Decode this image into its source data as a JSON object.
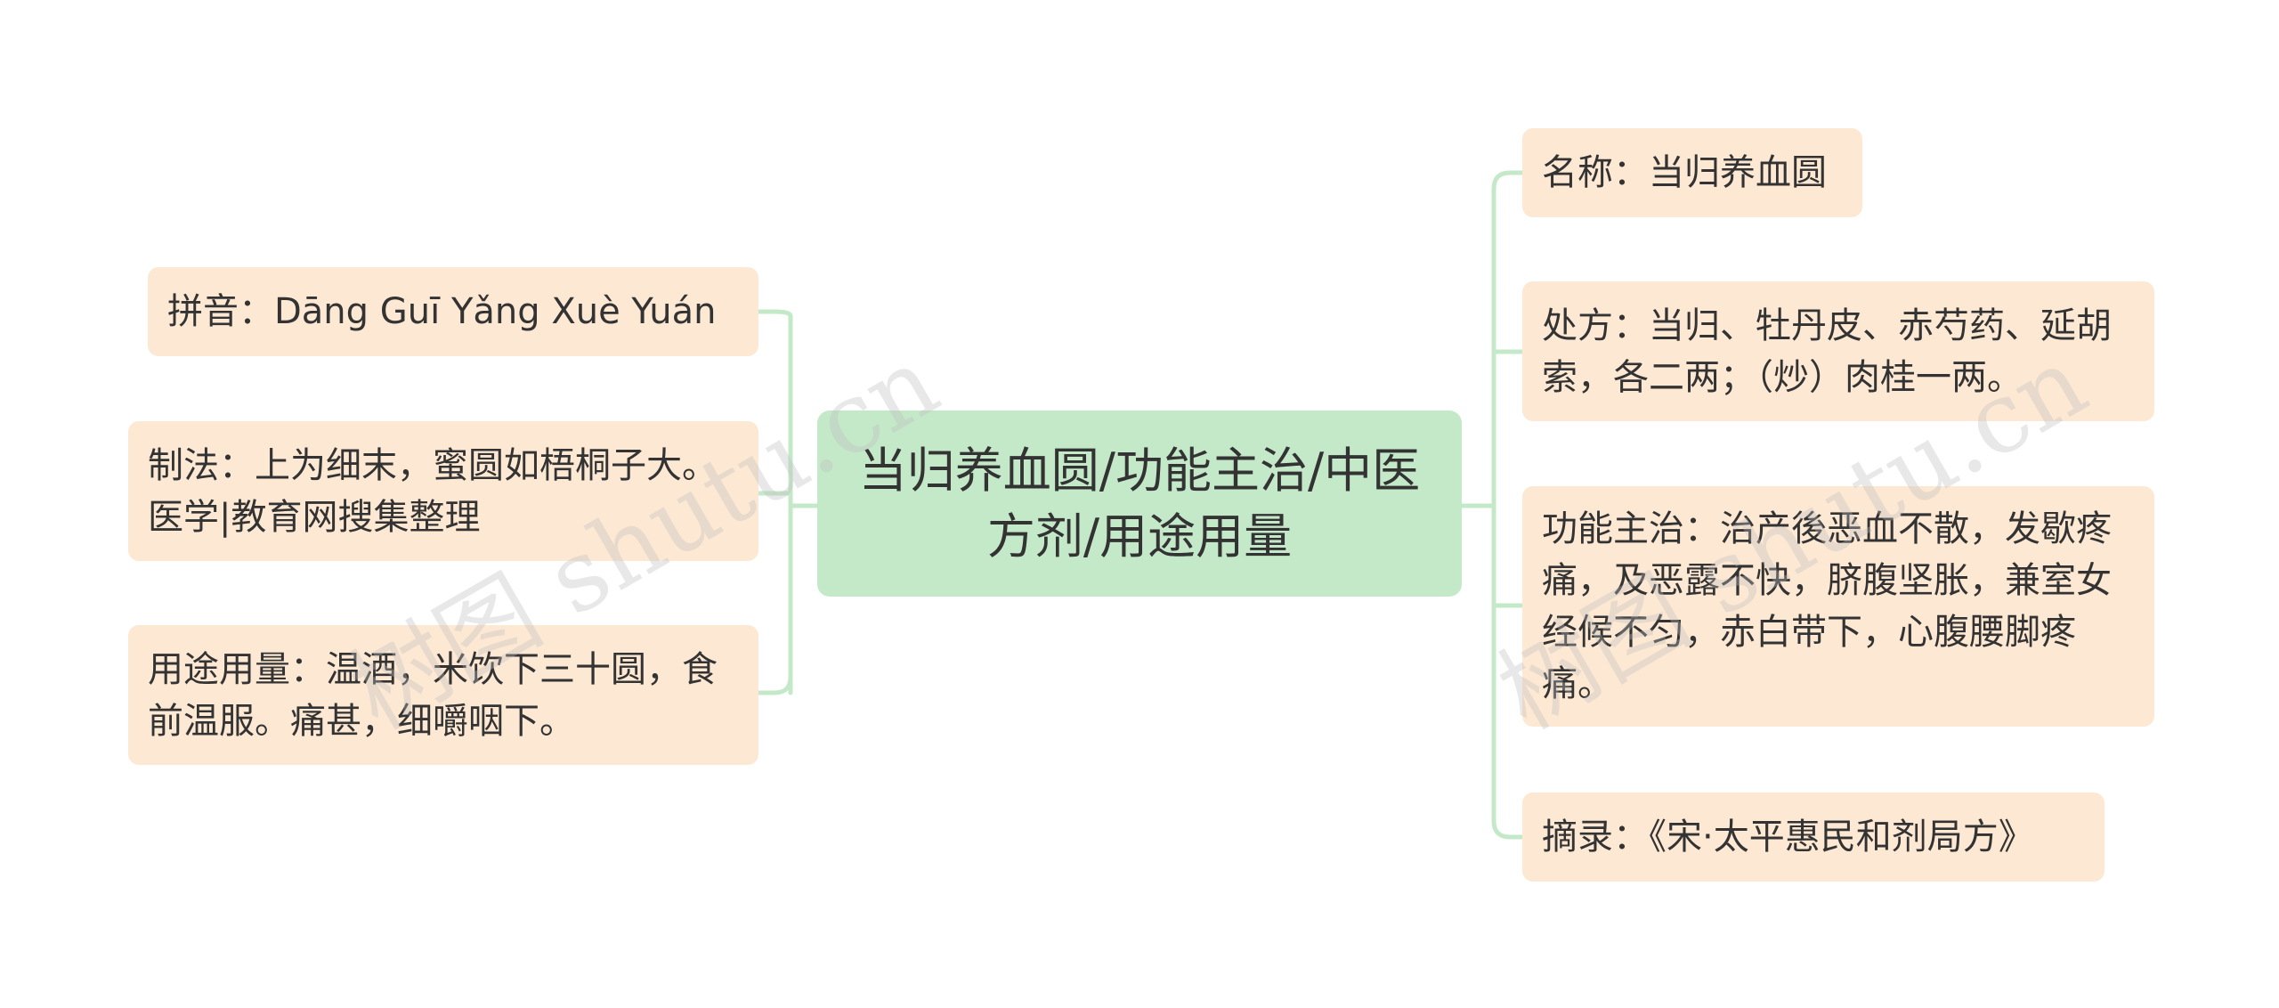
{
  "center": {
    "label": "当归养血圆/功能主治/中医方剂/用途用量"
  },
  "left_nodes": [
    {
      "text": "拼音：Dāng Guī Yǎng Xuè Yuán"
    },
    {
      "text": "制法：上为细末，蜜圆如梧桐子大。医学|教育网搜集整理"
    },
    {
      "text": "用途用量：温酒，米饮下三十圆，食前温服。痛甚，细嚼咽下。"
    }
  ],
  "right_nodes": [
    {
      "text": "名称：当归养血圆"
    },
    {
      "text": "处方：当归、牡丹皮、赤芍药、延胡索，各二两；（炒）肉桂一两。"
    },
    {
      "text": "功能主治：治产後恶血不散，发歇疼痛，及恶露不快，脐腹坚胀，兼室女经候不匀，赤白带下，心腹腰脚疼痛。"
    },
    {
      "text": "摘录：《宋·太平惠民和剂局方》"
    }
  ],
  "watermarks": [
    {
      "text": "树图 shutu.cn"
    },
    {
      "text": "树图 shutu.cn"
    }
  ],
  "colors": {
    "center_bg": "#c4e9c9",
    "node_bg": "#fde9d3",
    "connector": "#c4e9c9",
    "text": "#333333"
  }
}
